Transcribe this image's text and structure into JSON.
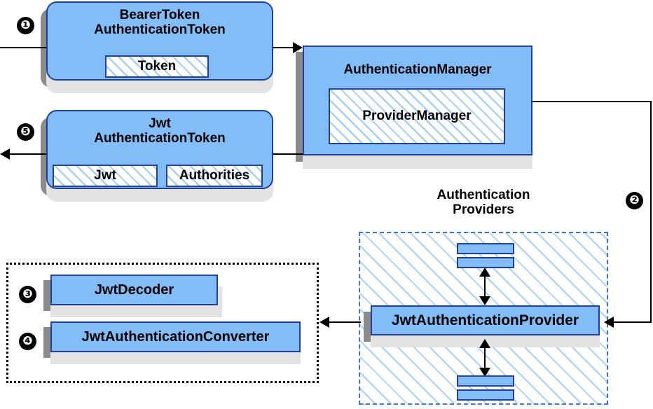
{
  "diagram": {
    "title": "Spring Security JWT Bearer Token Authentication Flow",
    "colors": {
      "node_fill": "#82bdf7",
      "node_border": "#20409a",
      "hatch_line": "#9ccbf9",
      "shadow_dark": "#8b8b8b",
      "shadow_light": "#e3e3e3",
      "group_dashed_border": "#3f72c4",
      "group_dotted_border": "#000000",
      "badge_fill": "#000000",
      "badge_text": "#ffffff",
      "line": "#000000",
      "background": "#ffffff"
    }
  },
  "nodes": {
    "bearer_token": {
      "title_line1": "BearerToken",
      "title_line2": "AuthenticationToken",
      "inner": {
        "token": "Token"
      }
    },
    "jwt_token": {
      "title_line1": "Jwt",
      "title_line2": "AuthenticationToken",
      "inner": {
        "jwt": "Jwt",
        "authorities": "Authorities"
      }
    },
    "authentication_manager": {
      "title": "AuthenticationManager",
      "inner": {
        "provider_manager": "ProviderManager"
      }
    },
    "jwt_authentication_provider": {
      "title": "JwtAuthenticationProvider"
    },
    "jwt_decoder": {
      "title": "JwtDecoder"
    },
    "jwt_authentication_converter": {
      "title": "JwtAuthenticationConverter"
    }
  },
  "groups": {
    "authentication_providers": {
      "label_line1": "Authentication",
      "label_line2": "Providers"
    },
    "jwt_support": {
      "label": ""
    }
  },
  "badges": [
    {
      "id": "step-1",
      "number": "❶",
      "meaning": "BearerTokenAuthenticationToken in"
    },
    {
      "id": "step-2",
      "number": "❷",
      "meaning": "AuthenticationManager to JwtAuthenticationProvider"
    },
    {
      "id": "step-3",
      "number": "❸",
      "meaning": "JwtDecoder"
    },
    {
      "id": "step-4",
      "number": "❹",
      "meaning": "JwtAuthenticationConverter"
    },
    {
      "id": "step-5",
      "number": "❺",
      "meaning": "JwtAuthenticationToken out"
    }
  ],
  "connectors": [
    {
      "name": "request-in-to-bearer-token",
      "direction": "right"
    },
    {
      "name": "bearer-token-to-authentication-manager",
      "direction": "right"
    },
    {
      "name": "authentication-manager-to-provider",
      "direction": "left"
    },
    {
      "name": "provider-to-jwt-support",
      "direction": "left"
    },
    {
      "name": "provider-to-upper-bars",
      "direction": "both"
    },
    {
      "name": "provider-to-lower-bars",
      "direction": "both"
    },
    {
      "name": "jwt-token-out",
      "direction": "left"
    },
    {
      "name": "manager-to-jwt-token",
      "direction": "left"
    }
  ]
}
